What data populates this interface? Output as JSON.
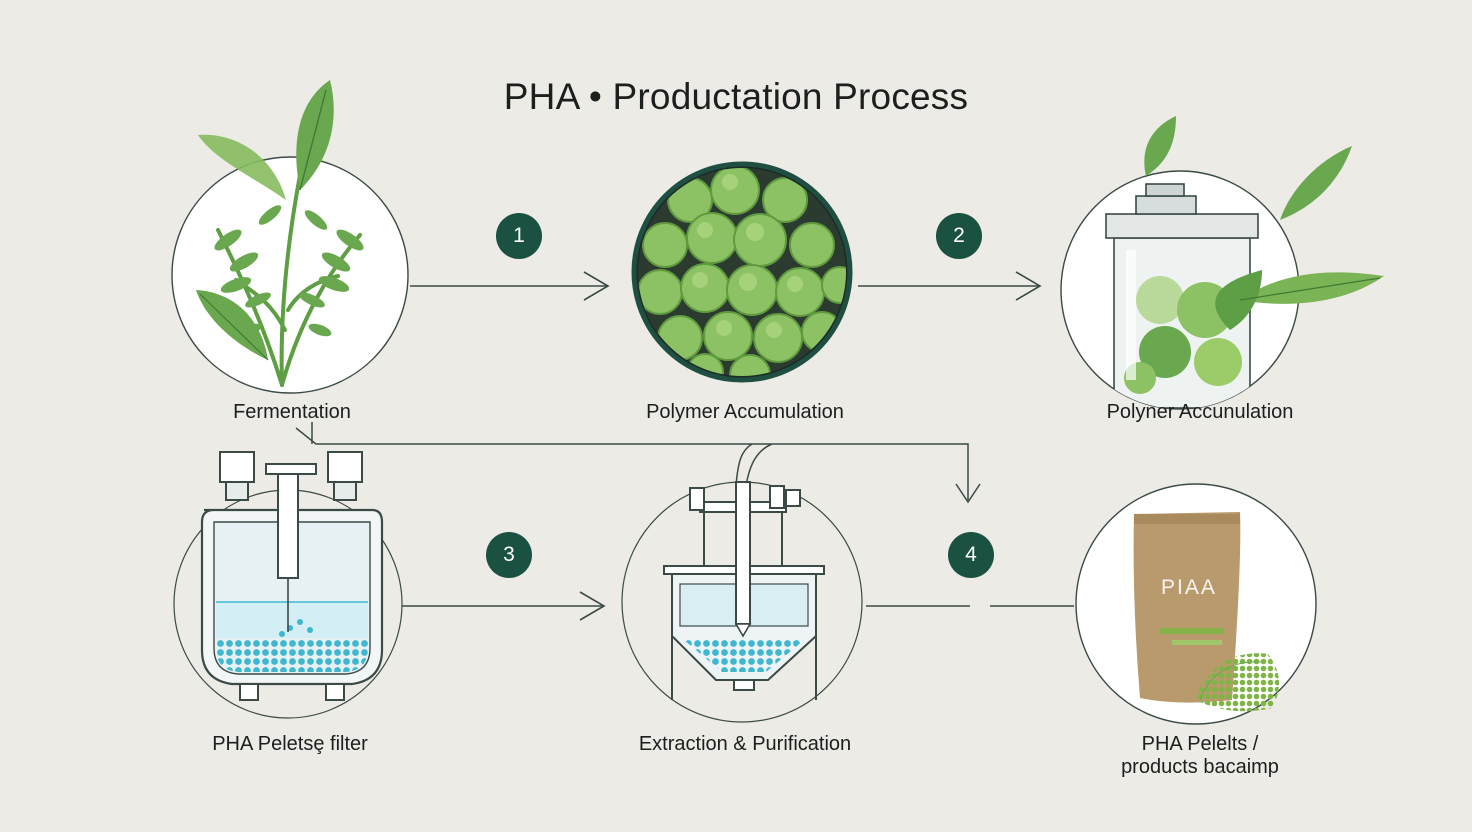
{
  "title": "PHA • Productation Process",
  "steps": [
    {
      "number": "1"
    },
    {
      "number": "2"
    },
    {
      "number": "3"
    },
    {
      "number": "4"
    }
  ],
  "labels": {
    "fermentation": "Fermentation",
    "polymer_accumulation_1": "Polymer Accumulation",
    "polymer_accumulation_2": "Polyner Accunulation",
    "pellets_filter": "PHA Peletsȩ filter",
    "extraction": "Extraction & Purification",
    "products_line1": "PHA Pelelts /",
    "products_line2": "products bacaimp"
  },
  "bag_label": "PIAA",
  "colors": {
    "background": "#ecebe6",
    "badge": "#1b5142",
    "line": "#3a4a46",
    "leaf_green": "#6aa84f",
    "light_green": "#9ccc6a",
    "liquid_blue": "#3fb7d1",
    "bag_kraft": "#b89a6c"
  }
}
